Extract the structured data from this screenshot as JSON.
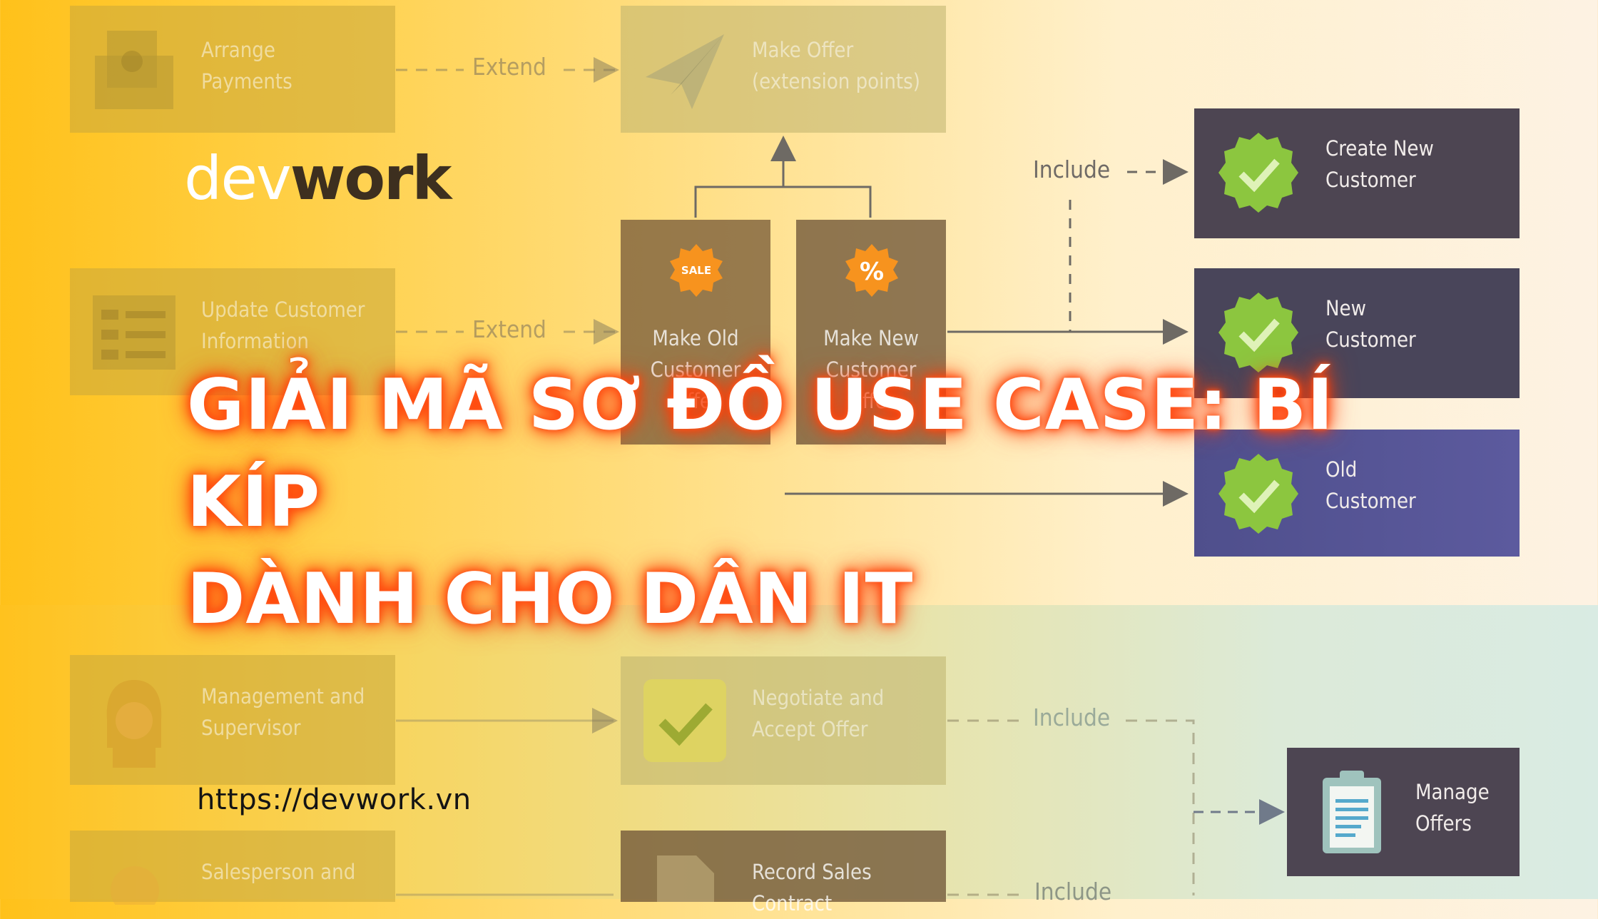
{
  "brand": {
    "logo_part1": "dev",
    "logo_part2": "work",
    "url": "https://devwork.vn"
  },
  "headline": {
    "line1": "Giải mã sơ đồ Use Case: Bí kíp",
    "line2": "dành cho dân IT"
  },
  "diagram": {
    "nodes": {
      "arrange_payments": "Arrange\nPayments",
      "update_customer": "Update Customer\nInformation",
      "make_offer": "Make Offer\n(extension points)",
      "make_old_offer": "Make Old\nCustomer\nOffer",
      "make_new_offer": "Make New\nCustomer\nOffer",
      "create_new_customer": "Create New\nCustomer",
      "new_customer": "New\nCustomer",
      "old_customer": "Old\nCustomer",
      "management": "Management and\nSupervisor",
      "negotiate": "Negotiate and\nAccept Offer",
      "manage_offers": "Manage\nOffers",
      "salesperson": "Salesperson and",
      "record_sales": "Record Sales\nContract"
    },
    "edges": {
      "extend1": "Extend",
      "extend2": "Extend",
      "include1": "Include",
      "include2": "Include",
      "include3": "Include"
    },
    "badges": {
      "sale": "SALE",
      "percent": "%"
    }
  },
  "colors": {
    "accent_glow": "#ff4410",
    "check_green": "#8cc63f",
    "badge_orange": "#f7931e",
    "dark_box": "#4d4552",
    "blue_box": "#54549a"
  }
}
